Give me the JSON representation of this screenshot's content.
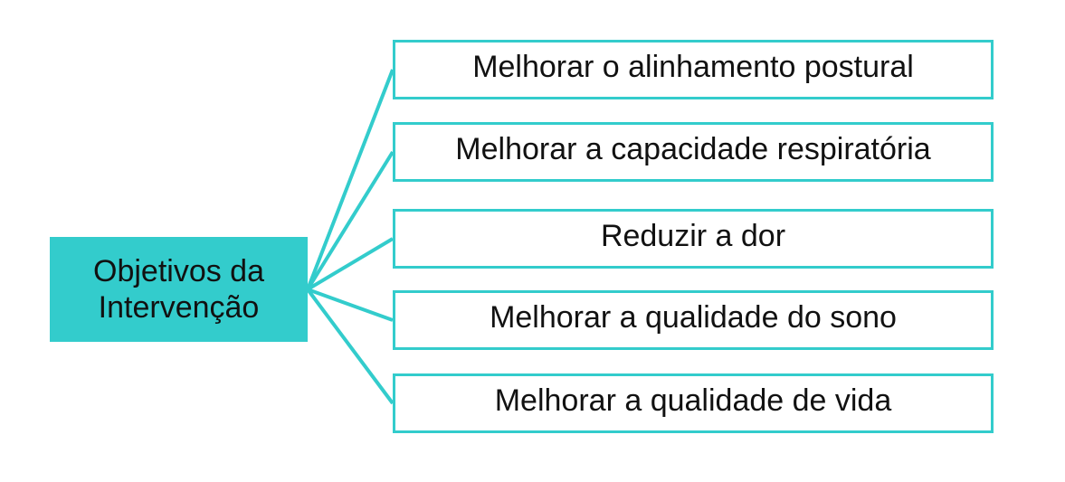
{
  "root": {
    "label": "Objetivos da\nIntervenção"
  },
  "objectives": [
    {
      "label": "Melhorar o alinhamento postural"
    },
    {
      "label": "Melhorar a capacidade respiratória"
    },
    {
      "label": "Reduzir a dor"
    },
    {
      "label": "Melhorar a qualidade do sono"
    },
    {
      "label": "Melhorar a qualidade de vida"
    }
  ],
  "colors": {
    "accent": "#33cccc",
    "text": "#111111",
    "background": "#ffffff"
  }
}
